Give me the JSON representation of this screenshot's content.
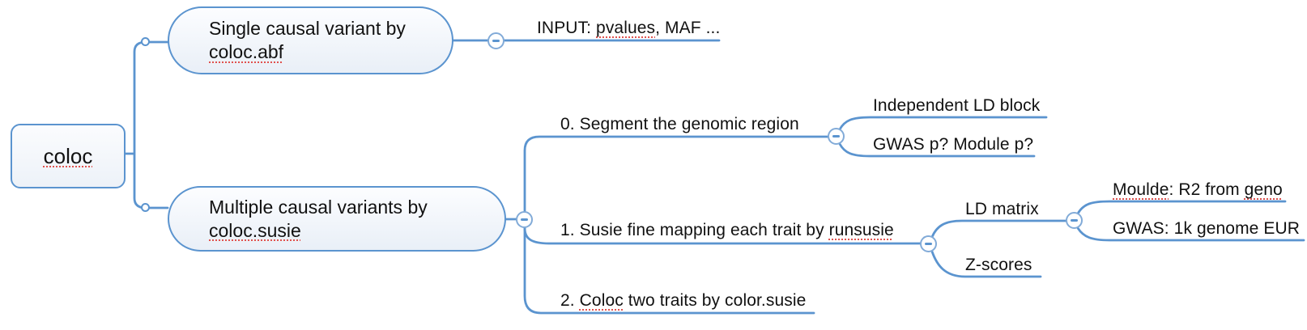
{
  "colors": {
    "connector_line": "#5b94cf",
    "node_border": "#5b94cf",
    "node_fill": "#eef3f9",
    "text": "#111111",
    "spellcheck_underline": "#e0524f"
  },
  "root": {
    "label": "coloc"
  },
  "level1": [
    {
      "line1": "Single causal variant by",
      "line2": "coloc.abf"
    },
    {
      "line1": "Multiple causal variants by",
      "line2": "coloc.susie"
    }
  ],
  "topics": {
    "input": {
      "pre": "INPUT: ",
      "miss": "pvalues",
      "post": ", MAF ..."
    },
    "segment": {
      "text": "0. Segment the genomic region"
    },
    "independent_ld": {
      "text": "Independent LD block"
    },
    "gwas_module": {
      "text": "GWAS p? Module p?"
    },
    "susie_mapping": {
      "pre": "1. Susie fine mapping each trait by ",
      "miss": "runsusie"
    },
    "ld_matrix": {
      "text": "LD matrix"
    },
    "z_scores": {
      "text": "Z-scores"
    },
    "moulde": {
      "miss1": "Moulde",
      "mid": ": R2 from ",
      "miss2": "geno"
    },
    "gwas_1k": {
      "text": "GWAS: 1k genome EUR"
    },
    "coloc_two": {
      "pre": "2. ",
      "miss": "Coloc",
      "post": " two traits by color.susie"
    }
  },
  "icons": {
    "collapse_button": "minus-in-circle",
    "branch_point": "small-circle"
  }
}
